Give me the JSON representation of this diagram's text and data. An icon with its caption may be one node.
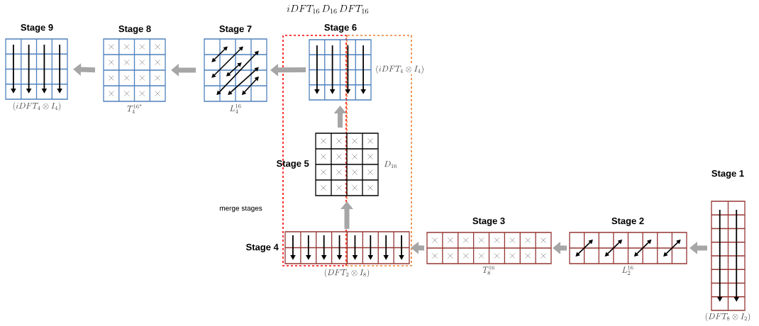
{
  "diagram": {
    "title": "iDFT_{16}\\,D_{16}\\,DFT_{16}",
    "nodes": [
      {
        "text": [
          "Stage 1"
        ],
        "beside": [
          "(DFT_8 \\otimes I_2)"
        ]
      },
      {
        "text": [
          "Stage 2"
        ],
        "beside": [
          "L_2^{16}"
        ]
      },
      {
        "text": [
          "Stage 3"
        ],
        "beside": [
          "T_8^{16}"
        ]
      },
      {
        "text": [
          "Stage 4"
        ],
        "beside": [
          "(DFT_2 \\otimes I_8)"
        ]
      },
      {
        "text": [
          "Stage 5"
        ],
        "beside": [
          "D_{16}"
        ]
      },
      {
        "text": [
          "Stage 6"
        ],
        "beside": [
          "(iDFT_4 \\otimes I_4)"
        ]
      },
      {
        "text": [
          "Stage 7"
        ],
        "beside": [
          "L_4^{16}"
        ]
      },
      {
        "text": [
          "Stage 8"
        ],
        "beside": [
          "T_4^{16^*}"
        ]
      },
      {
        "text": [
          "Stage 9"
        ],
        "beside": [
          "(iDFT_4 \\otimes I_4)"
        ]
      }
    ],
    "edges": [
      {
        "from": 0,
        "to": 1,
        "arrow": "to"
      },
      {
        "from": 1,
        "to": 2,
        "arrow": "to"
      },
      {
        "from": 2,
        "to": 3,
        "arrow": "to"
      },
      {
        "from": 3,
        "to": 4,
        "arrow": "to"
      },
      {
        "from": 4,
        "to": 5,
        "arrow": "to"
      },
      {
        "from": 5,
        "to": 6,
        "arrow": "to"
      },
      {
        "from": 6,
        "to": 7,
        "arrow": "to"
      },
      {
        "from": 7,
        "to": 8,
        "arrow": "to"
      }
    ],
    "labels": [
      "merge stages"
    ]
  }
}
